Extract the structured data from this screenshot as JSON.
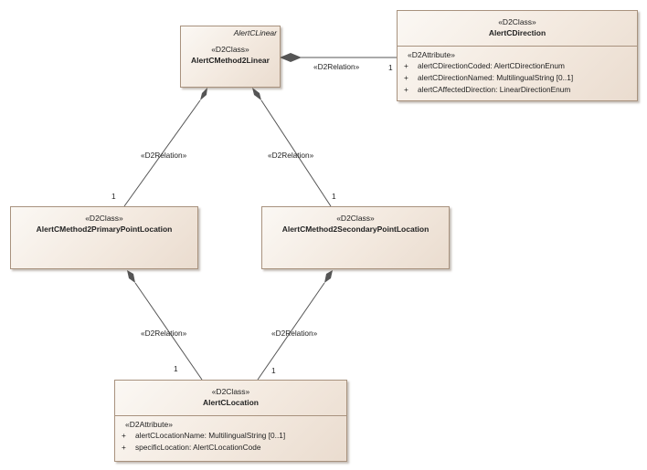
{
  "classes": {
    "linear": {
      "stereotype": "«D2Class»",
      "name": "AlertCMethod2Linear",
      "tag": "AlertCLinear"
    },
    "direction": {
      "stereotype": "«D2Class»",
      "name": "AlertCDirection",
      "attr_stereotype": "«D2Attribute»",
      "attributes": [
        {
          "vis": "+",
          "text": "alertCDirectionCoded: AlertCDirectionEnum"
        },
        {
          "vis": "+",
          "text": "alertCDirectionNamed: MultilingualString [0..1]"
        },
        {
          "vis": "+",
          "text": "alertCAffectedDirection: LinearDirectionEnum"
        }
      ]
    },
    "primary": {
      "stereotype": "«D2Class»",
      "name": "AlertCMethod2PrimaryPointLocation"
    },
    "secondary": {
      "stereotype": "«D2Class»",
      "name": "AlertCMethod2SecondaryPointLocation"
    },
    "location": {
      "stereotype": "«D2Class»",
      "name": "AlertCLocation",
      "attr_stereotype": "«D2Attribute»",
      "attributes": [
        {
          "vis": "+",
          "text": "alertCLocationName: MultilingualString [0..1]"
        },
        {
          "vis": "+",
          "text": "specificLocation: AlertCLocationCode"
        }
      ]
    }
  },
  "relations": [
    {
      "label": "«D2Relation»",
      "multiplicity": "1"
    },
    {
      "label": "«D2Relation»",
      "multiplicity": "1"
    },
    {
      "label": "«D2Relation»",
      "multiplicity": "1"
    },
    {
      "label": "«D2Relation»",
      "multiplicity": "1"
    },
    {
      "label": "«D2Relation»",
      "multiplicity": "1"
    }
  ],
  "colors": {
    "border": "#a8927e",
    "fill_light": "#fbf8f4",
    "fill_dark": "#eadccf",
    "edge": "#555555",
    "diamond": "#555555"
  }
}
